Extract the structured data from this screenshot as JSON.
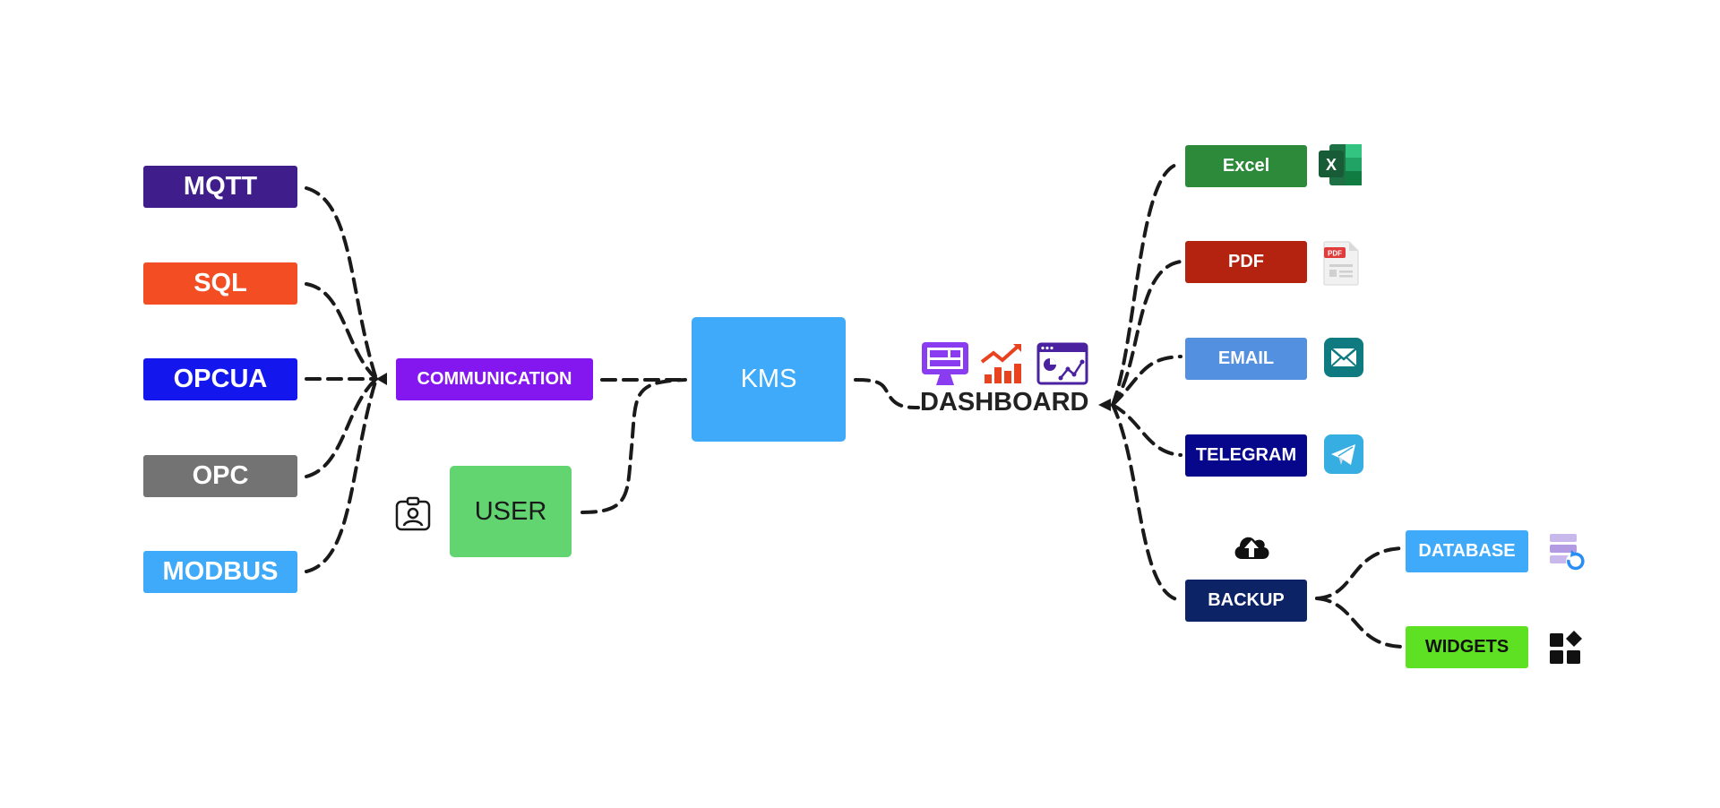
{
  "sources": {
    "mqtt": "MQTT",
    "sql": "SQL",
    "opcua": "OPCUA",
    "opc": "OPC",
    "modbus": "MODBUS"
  },
  "center": {
    "communication": "COMMUNICATION",
    "kms": "KMS",
    "user": "USER",
    "dashboard": "DASHBOARD"
  },
  "outputs": {
    "excel": "Excel",
    "pdf": "PDF",
    "email": "EMAIL",
    "telegram": "TELEGRAM",
    "backup": "BACKUP"
  },
  "backup_targets": {
    "database": "DATABASE",
    "widgets": "WIDGETS"
  },
  "icon_text": {
    "excel_letter": "X",
    "pdf_tag": "PDF"
  },
  "icons": [
    "user-badge-icon",
    "monitor-icon",
    "trend-chart-icon",
    "analytics-window-icon",
    "excel-icon",
    "pdf-file-icon",
    "email-icon",
    "telegram-icon",
    "cloud-upload-icon",
    "database-restore-icon",
    "widgets-icon"
  ],
  "colors": {
    "mqtt": "#3f1e8c",
    "sql": "#f34d24",
    "opcua": "#1416ee",
    "opc": "#737373",
    "modbus": "#3eaaf9",
    "communication": "#8416f0",
    "kms": "#3eaaf9",
    "user": "#62d571",
    "excel": "#2e8a3b",
    "pdf": "#b4230f",
    "email": "#5390e0",
    "telegram": "#07078b",
    "backup": "#0c2366",
    "database": "#3eaaf9",
    "widgets": "#5ee123",
    "connector": "#1a1a1a"
  }
}
